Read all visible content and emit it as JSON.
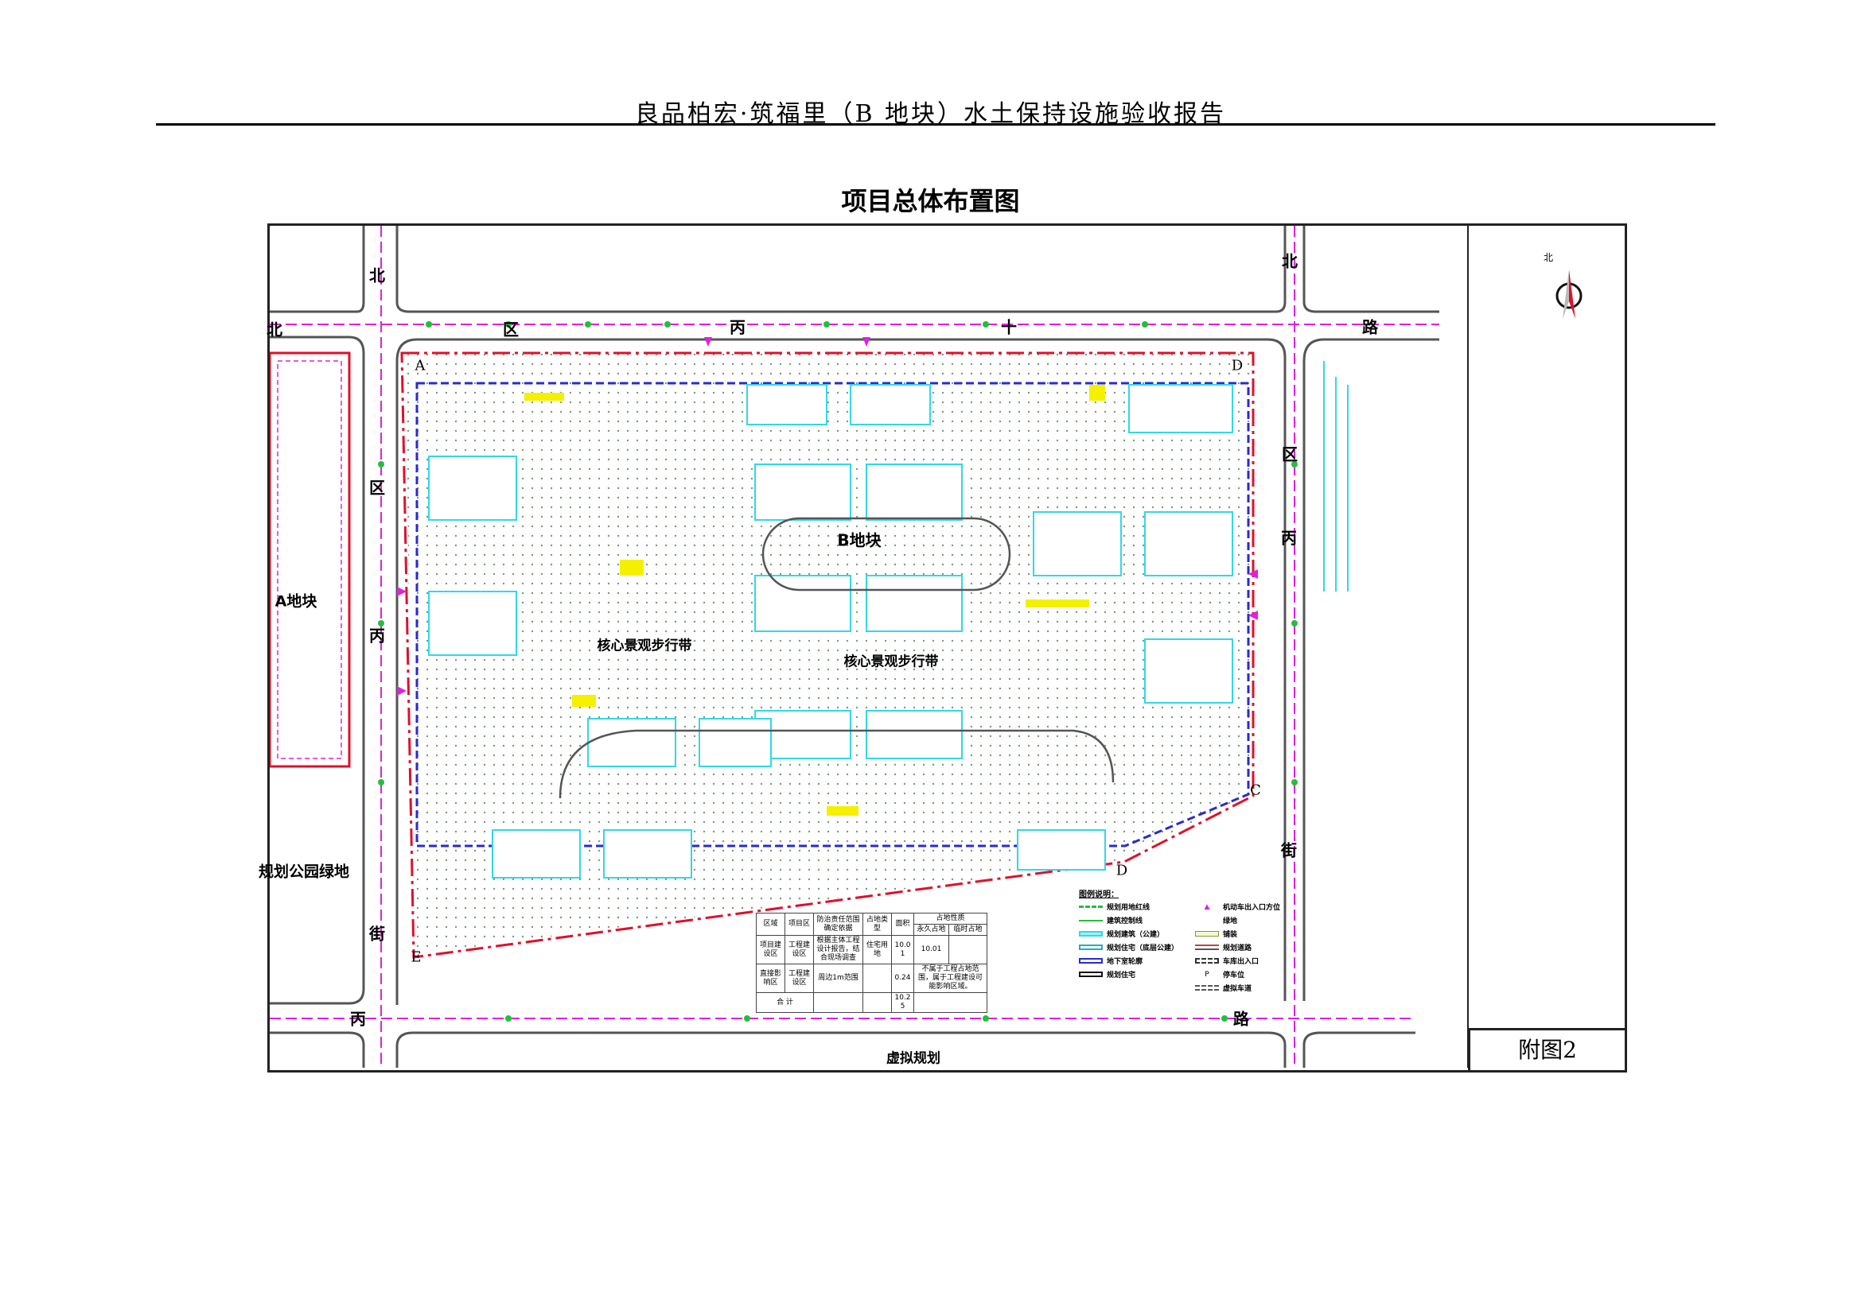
{
  "header": {
    "title": "良品柏宏·筑福里（B 地块）水土保持设施验收报告"
  },
  "figure": {
    "title": "项目总体布置图",
    "attachment_label": "附图2",
    "north_label": "北",
    "roads": {
      "top": [
        "北",
        "区",
        "丙",
        "十",
        "路"
      ],
      "left": [
        "北",
        "区",
        "丙",
        "街"
      ],
      "right": [
        "北",
        "区",
        "丙",
        "街"
      ],
      "bottom": [
        "丙",
        "路"
      ]
    },
    "areas": {
      "block_b": "B地块",
      "block_a": "A地块",
      "core_walk_1": "核心景观步行带",
      "core_walk_2": "核心景观步行带",
      "park": "规划公园绿地",
      "virtual_plan": "虚拟规划"
    },
    "corners": [
      "A",
      "D",
      "C",
      "D",
      "E"
    ],
    "table": {
      "headers": [
        "区域",
        "项目区",
        "防治责任范围确定依据",
        "占地类型",
        "面积",
        "占地性质"
      ],
      "subheaders": [
        "永久占地",
        "临时占地"
      ],
      "rows": [
        [
          "项目建设区",
          "工程建设区",
          "根据主体工程设计报告，结合现场调查",
          "住宅用地",
          "10.01",
          "10.01",
          ""
        ],
        [
          "直接影响区",
          "工程建设区",
          "周边1m范围",
          "",
          "0.24",
          "不属于工程占地范围，属于工程建设可能影响区域。"
        ]
      ],
      "total_label": "合 计",
      "total_value": "10.25"
    },
    "legend": {
      "title": "图例说明：",
      "left": [
        "规划用地红线",
        "建筑控制线",
        "规划建筑（公建）",
        "规划住宅（底层公建）",
        "地下室轮廓",
        "规划住宅"
      ],
      "right": [
        "机动车出入口方位",
        "绿地",
        "铺装",
        "规划道路",
        "车库出入口",
        "停车位",
        "虚拟车道"
      ]
    },
    "colors": {
      "boundary": "#e0102a",
      "basement": "#2a2ad0",
      "building": "#30d8e8",
      "green": "#22c03a",
      "magenta": "#e020e0",
      "road": "#555555",
      "yellow": "#f4f000"
    }
  }
}
